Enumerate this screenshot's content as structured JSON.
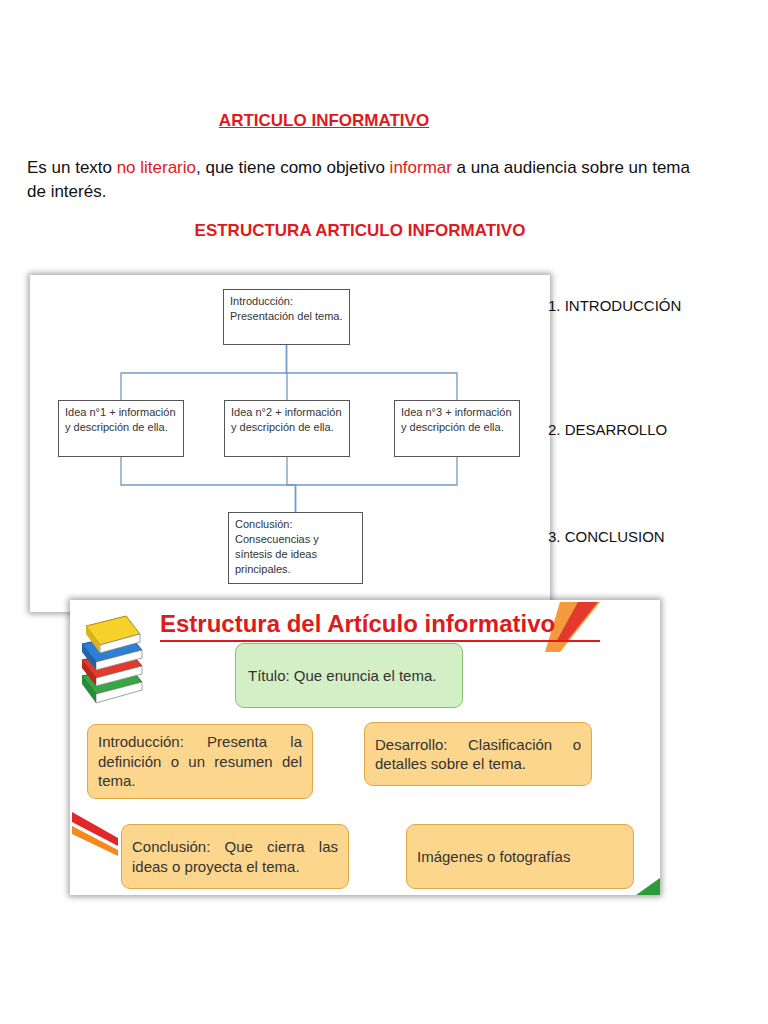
{
  "diagram": {
    "title": "ARTICULO INFORMATIVO",
    "nodes": [
      {
        "text": [
          "Introducción: Presentación del tema."
        ]
      },
      {
        "text": [
          "Idea n°1 + información y descripción de ella."
        ]
      },
      {
        "text": [
          "Idea n°2 + información y descripción de ella."
        ]
      },
      {
        "text": [
          "Idea n°3 + información y descripción de ella."
        ]
      },
      {
        "text": [
          "Conclusión: Consecuencias y síntesis de ideas principales."
        ]
      },
      {
        "text": [
          "Título: Que enuncia el tema."
        ]
      },
      {
        "text": [
          "Introducción: Presenta la definición o un resumen del tema."
        ]
      },
      {
        "text": [
          "Desarrollo: Clasificación o detalles sobre el tema."
        ]
      },
      {
        "text": [
          "Conclusión: Que cierra las ideas o proyecta el tema."
        ]
      },
      {
        "text": [
          "Imágenes o fotografías"
        ]
      }
    ],
    "edges": [
      {
        "from": 0,
        "to": 1,
        "arrow": "none"
      },
      {
        "from": 0,
        "to": 2,
        "arrow": "none"
      },
      {
        "from": 0,
        "to": 3,
        "arrow": "none"
      },
      {
        "from": 1,
        "to": 4,
        "arrow": "none"
      },
      {
        "from": 2,
        "to": 4,
        "arrow": "none"
      },
      {
        "from": 3,
        "to": 4,
        "arrow": "none"
      }
    ],
    "labels": [
      "Es un texto",
      "no literario",
      ", que tiene como objetivo",
      "informar",
      "a una audiencia sobre un tema de interés.",
      "ESTRUCTURA ARTICULO INFORMATIVO",
      "1. INTRODUCCIÓN",
      "2. DESARROLLO",
      "3. CONCLUSION",
      "Estructura del Artículo informativo"
    ]
  }
}
